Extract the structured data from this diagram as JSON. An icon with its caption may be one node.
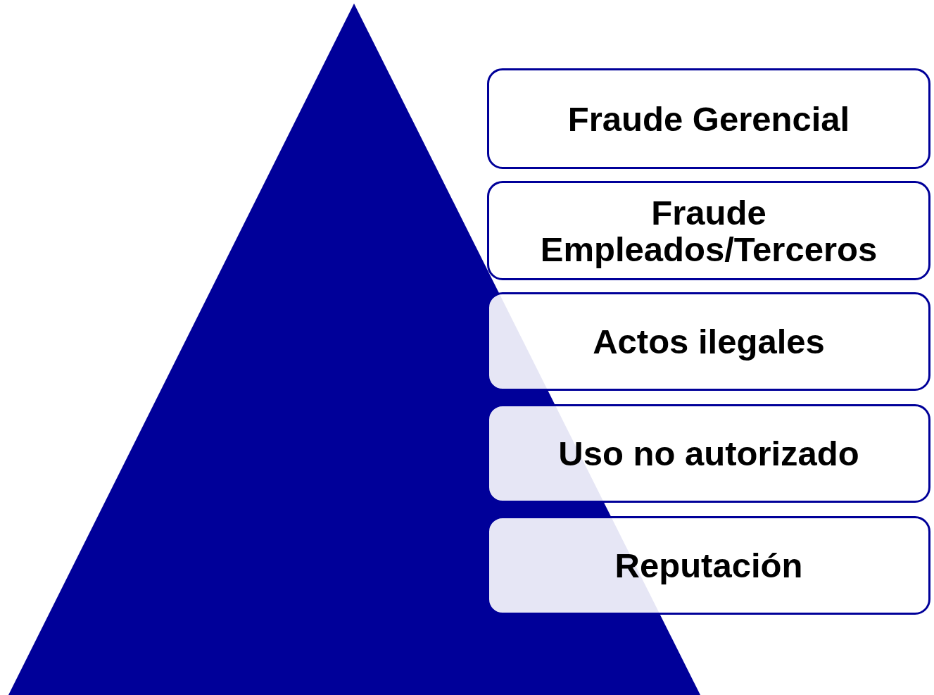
{
  "diagram": {
    "nodes": [
      {
        "text": [
          "Fraude Gerencial"
        ]
      },
      {
        "text": [
          "Fraude Empleados/Terceros"
        ]
      },
      {
        "text": [
          "Actos ilegales"
        ]
      },
      {
        "text": [
          "Uso no autorizado"
        ]
      },
      {
        "text": [
          "Reputación"
        ]
      }
    ]
  }
}
